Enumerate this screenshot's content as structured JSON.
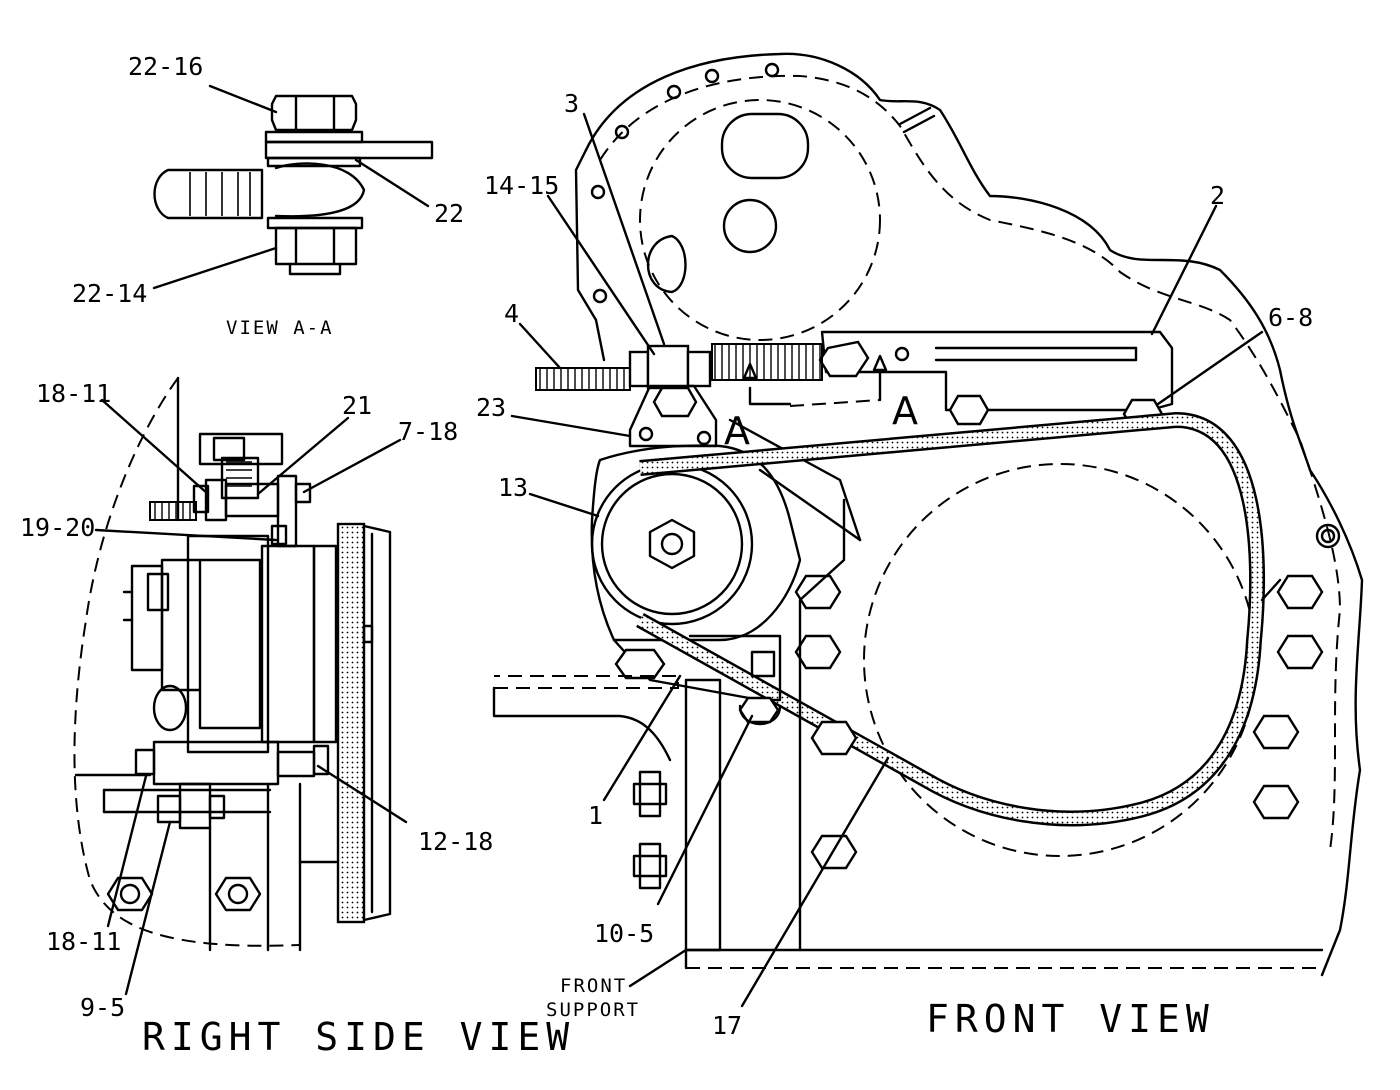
{
  "view_aa": {
    "title": "VIEW  A-A",
    "labels": {
      "top_bolt": "22-16",
      "washer": "22",
      "bottom_nut": "22-14"
    }
  },
  "right_side_view": {
    "title": "RIGHT  SIDE  VIEW",
    "labels": {
      "l18_11_top": "18-11",
      "l21": "21",
      "l7_18": "7-18",
      "l19_20": "19-20",
      "l12_18": "12-18",
      "l18_11_bottom": "18-11",
      "l9_5": "9-5"
    }
  },
  "front_view": {
    "title": "FRONT  VIEW",
    "section_marker": "A",
    "front_support": [
      "FRONT",
      "SUPPORT"
    ],
    "labels": {
      "l3": "3",
      "l14_15": "14-15",
      "l2": "2",
      "l4": "4",
      "l6_8": "6-8",
      "l23": "23",
      "l13": "13",
      "l1": "1",
      "l10_5": "10-5",
      "l17": "17"
    }
  }
}
